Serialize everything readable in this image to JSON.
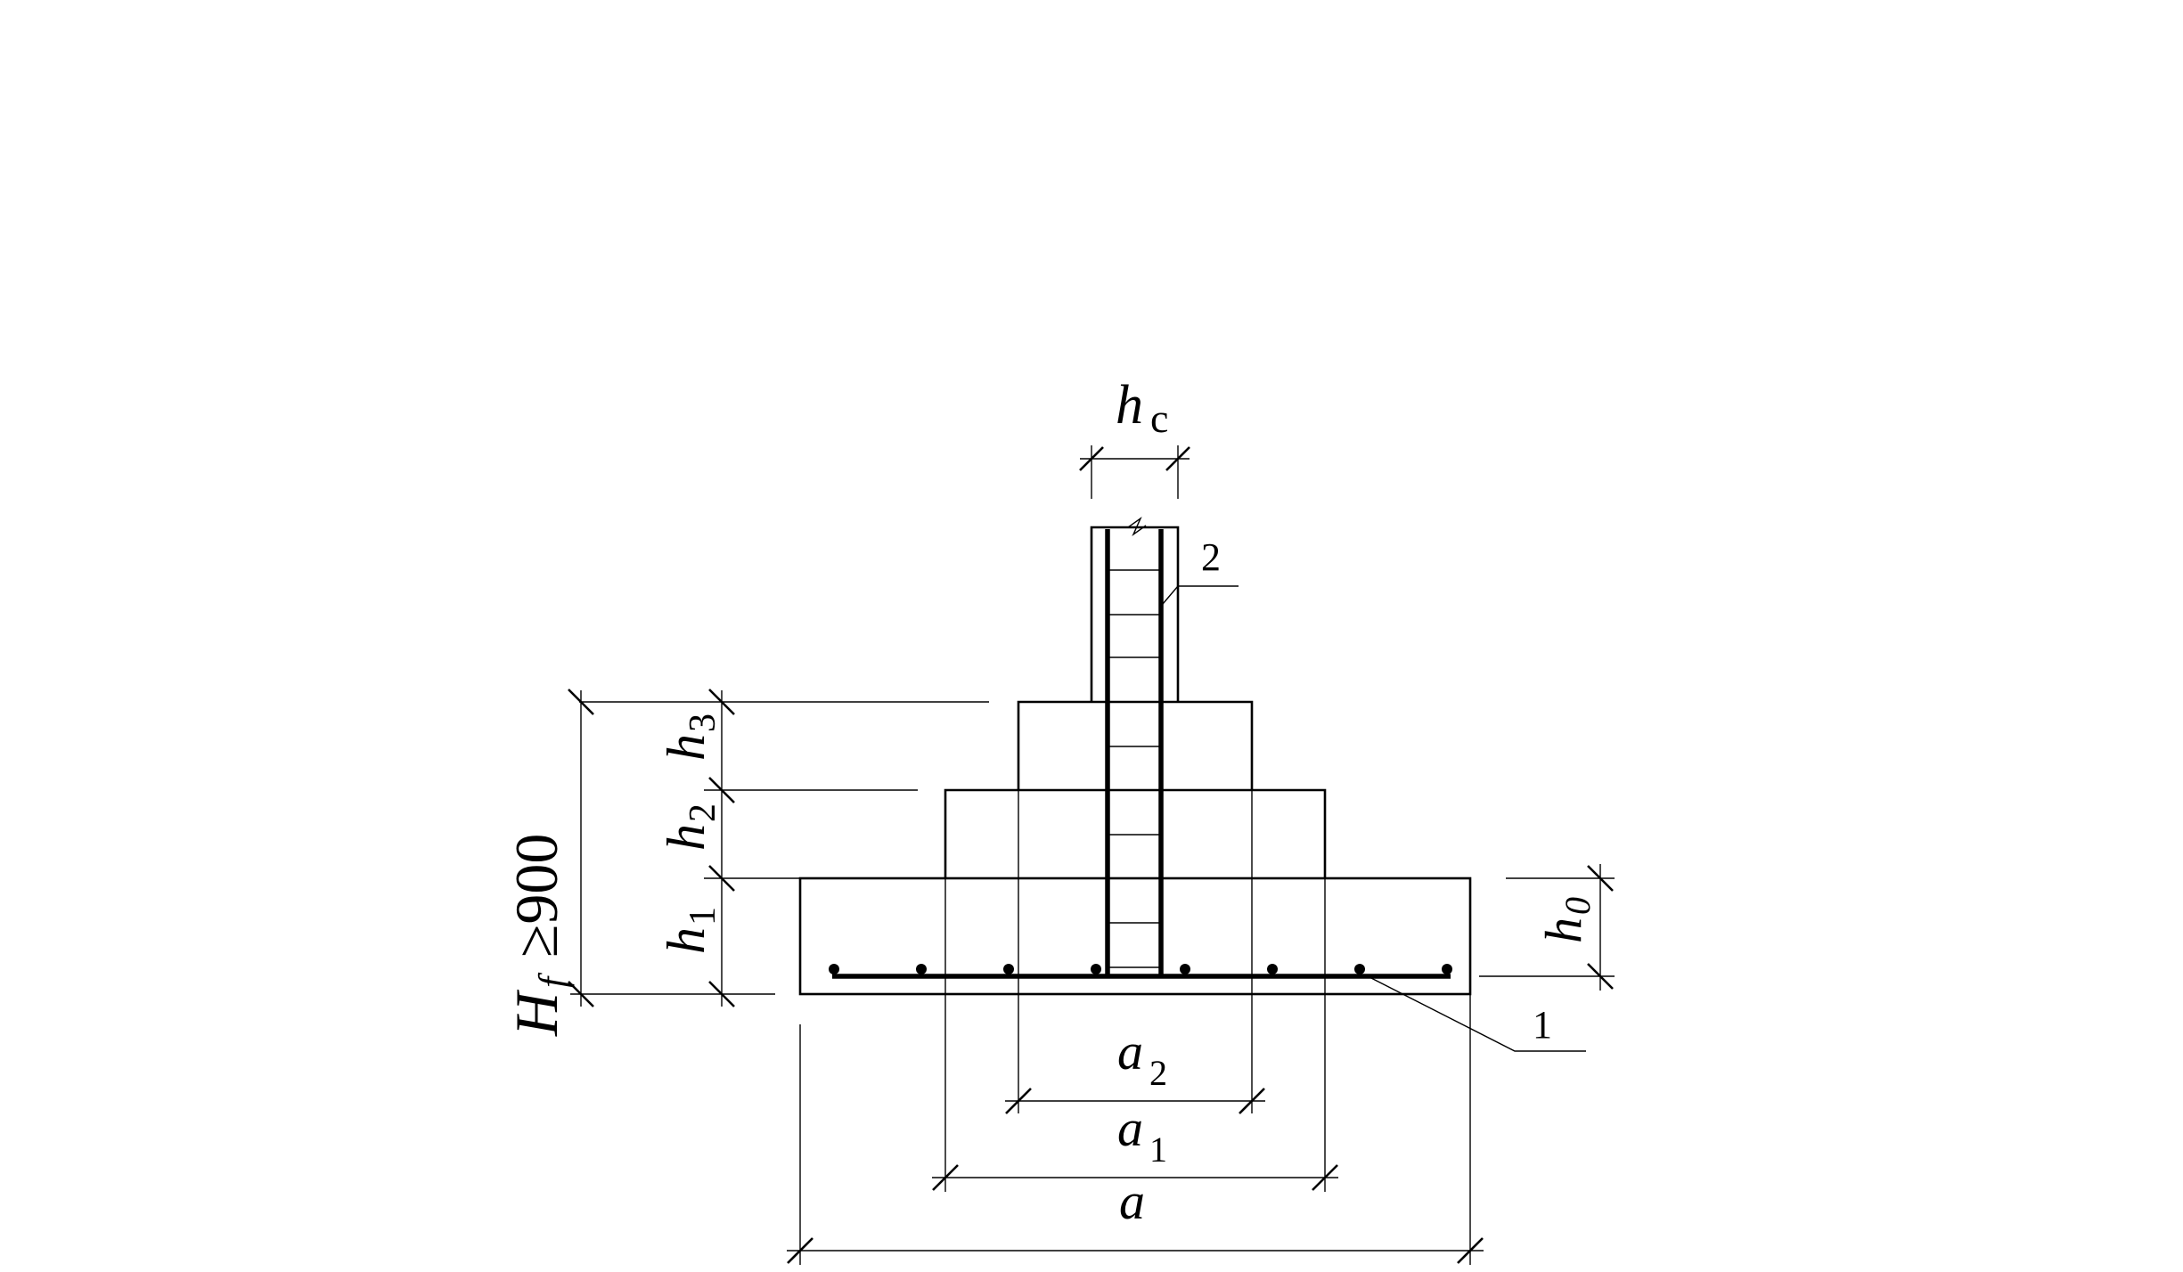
{
  "labels": {
    "hc_main": "h",
    "hc_sub": "c",
    "h3_main": "h",
    "h3_sub": "3",
    "h2_main": "h",
    "h2_sub": "2",
    "h1_main": "h",
    "h1_sub": "1",
    "h0_main": "h",
    "h0_sub": "0",
    "hf_main": "H",
    "hf_sub": "f",
    "hf_value": "≥900",
    "a2_main": "a",
    "a2_sub": "2",
    "a1_main": "a",
    "a1_sub": "1",
    "a_main": "a",
    "callout_1": "1",
    "callout_2": "2"
  }
}
